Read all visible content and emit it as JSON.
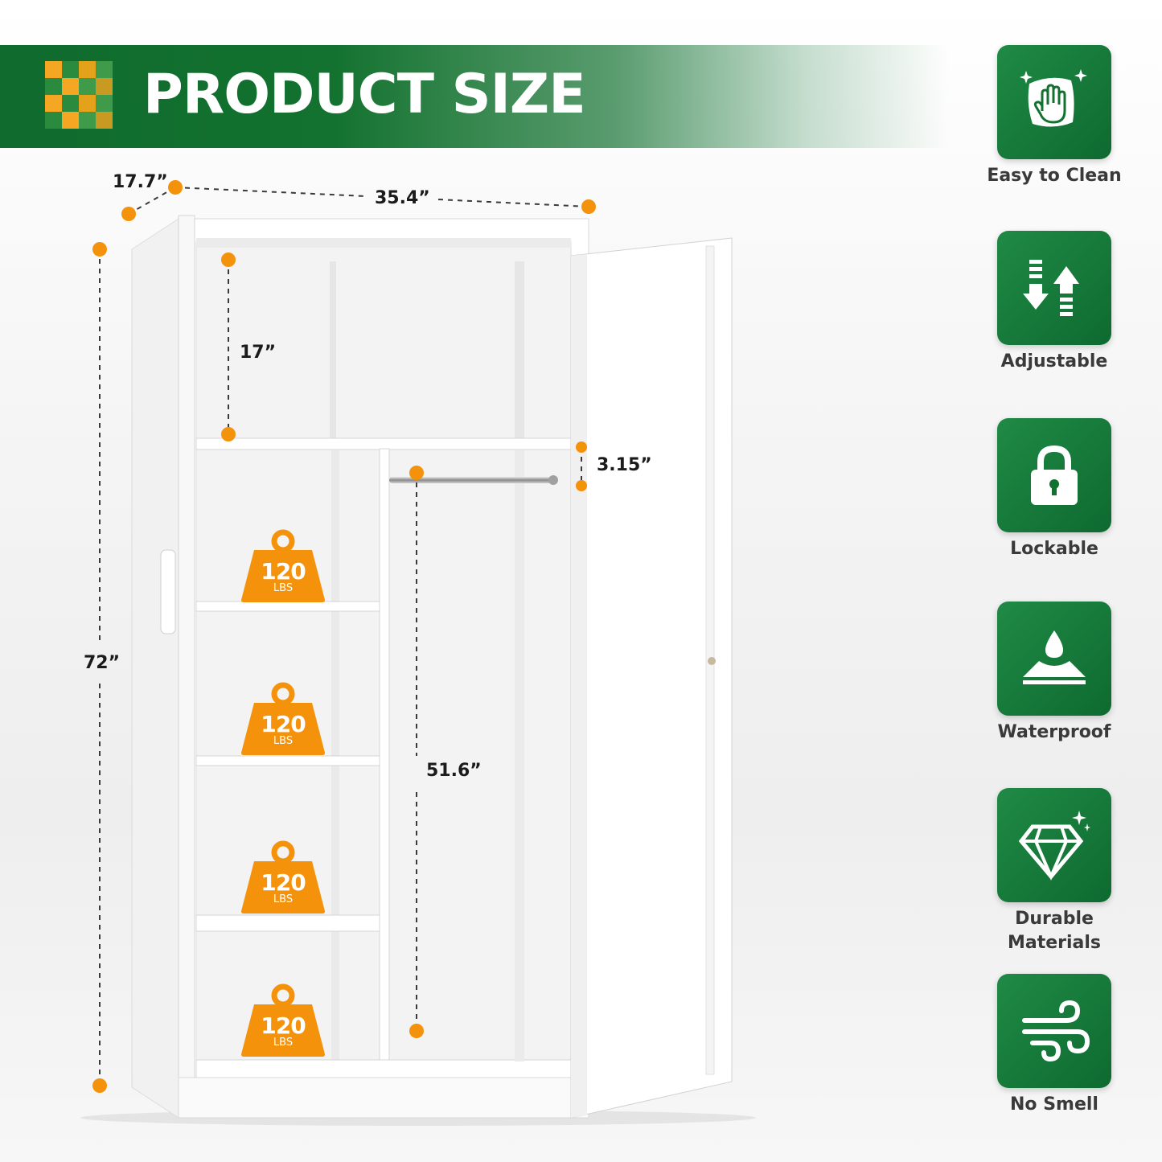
{
  "header": {
    "title": "PRODUCT SIZE"
  },
  "dimensions": {
    "depth": "17.7”",
    "width": "35.4”",
    "height": "72”",
    "top_compartment": "17”",
    "rod_gap": "3.15”",
    "hanging_height": "51.6”"
  },
  "load_badges": [
    {
      "value": "120",
      "unit": "LBS"
    },
    {
      "value": "120",
      "unit": "LBS"
    },
    {
      "value": "120",
      "unit": "LBS"
    },
    {
      "value": "120",
      "unit": "LBS"
    }
  ],
  "features": [
    {
      "label": "Easy to Clean",
      "icon": "clean-hand-icon"
    },
    {
      "label": "Adjustable",
      "icon": "adjust-arrows-icon"
    },
    {
      "label": "Lockable",
      "icon": "lock-icon"
    },
    {
      "label": "Waterproof",
      "icon": "water-drop-icon"
    },
    {
      "label": "Durable Materials",
      "icon": "diamond-icon"
    },
    {
      "label": "No Smell",
      "icon": "wind-icon"
    }
  ],
  "colors": {
    "brand_green": "#13722f",
    "accent_orange": "#f5920b",
    "cabinet": "#ffffff"
  }
}
